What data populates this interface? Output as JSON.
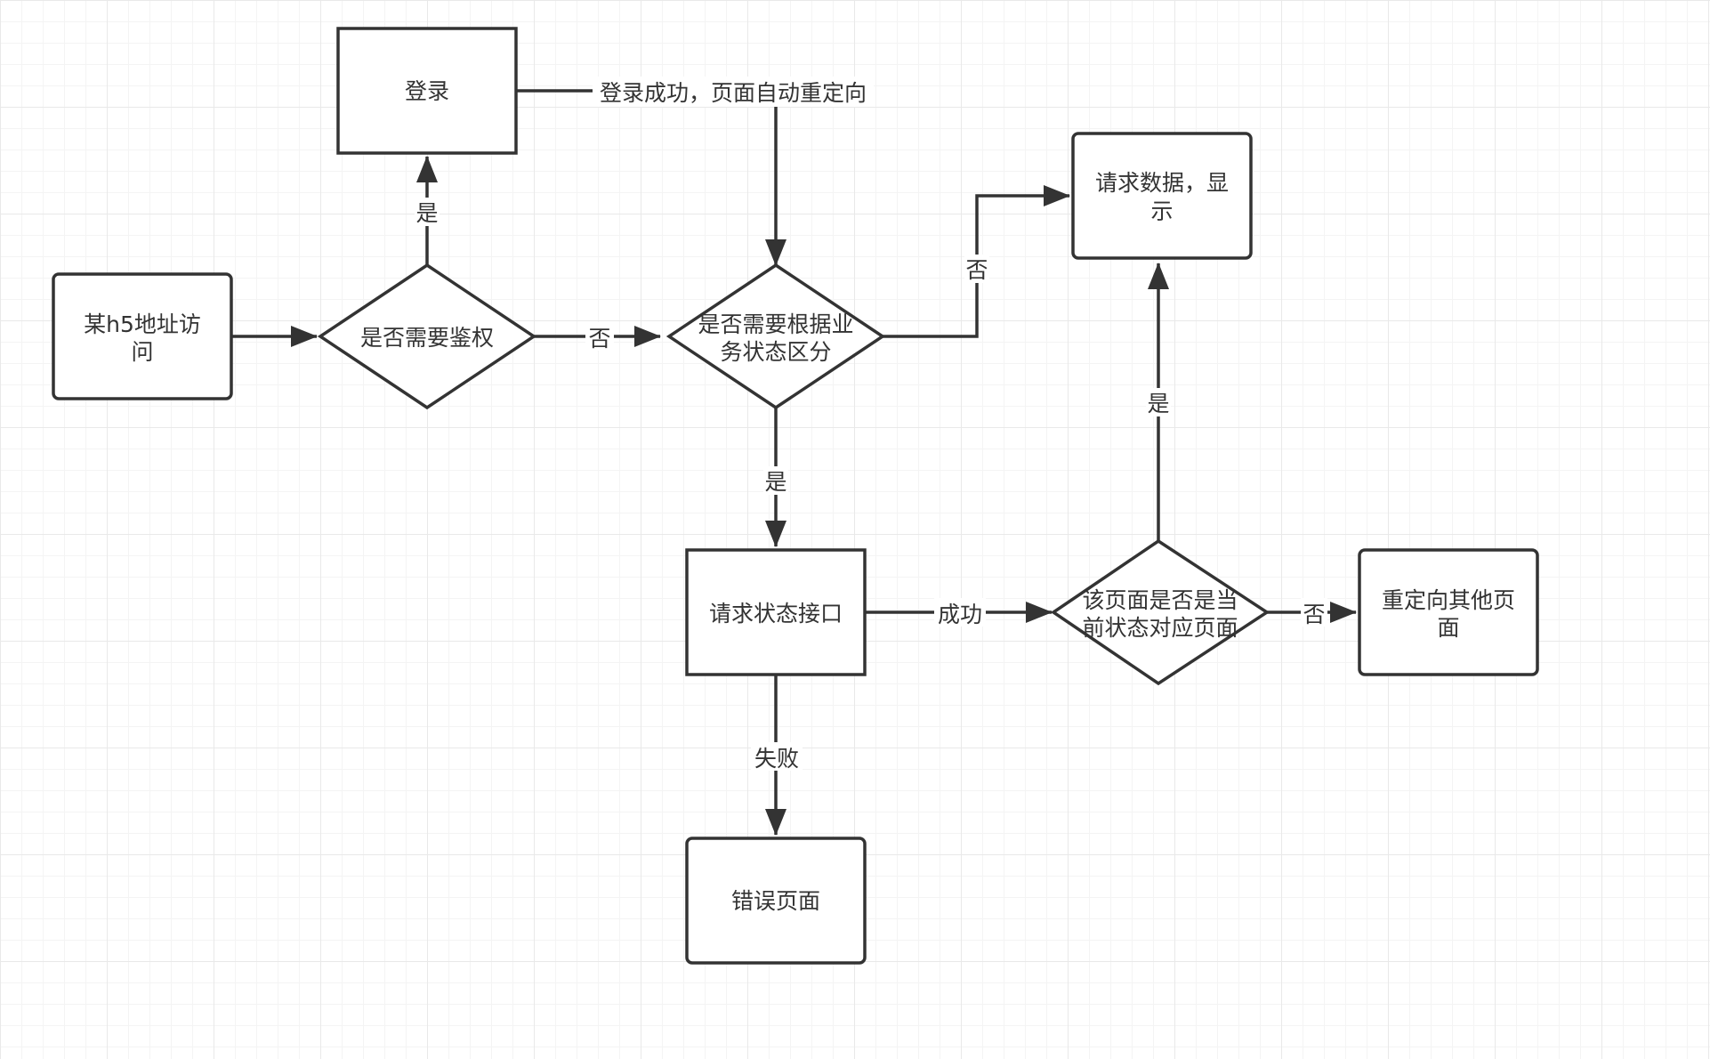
{
  "nodes": {
    "start": {
      "lines": [
        "某h5地址访",
        "问"
      ]
    },
    "need_auth": {
      "lines": [
        "是否需要鉴权"
      ]
    },
    "login": {
      "lines": [
        "登录"
      ]
    },
    "branch_by_status": {
      "lines": [
        "是否需要根据业",
        "务状态区分"
      ]
    },
    "request_data": {
      "lines": [
        "请求数据，显",
        "示"
      ]
    },
    "status_api": {
      "lines": [
        "请求状态接口"
      ]
    },
    "is_current_page": {
      "lines": [
        "该页面是否是当",
        "前状态对应页面"
      ]
    },
    "redirect_other": {
      "lines": [
        "重定向其他页",
        "面"
      ]
    },
    "error_page": {
      "lines": [
        "错误页面"
      ]
    }
  },
  "edges": {
    "need_auth_yes": "是",
    "login_redirect": "登录成功，页面自动重定向",
    "need_auth_no": "否",
    "branch_no": "否",
    "branch_yes": "是",
    "status_success": "成功",
    "status_fail": "失败",
    "current_yes": "是",
    "current_no": "否"
  }
}
